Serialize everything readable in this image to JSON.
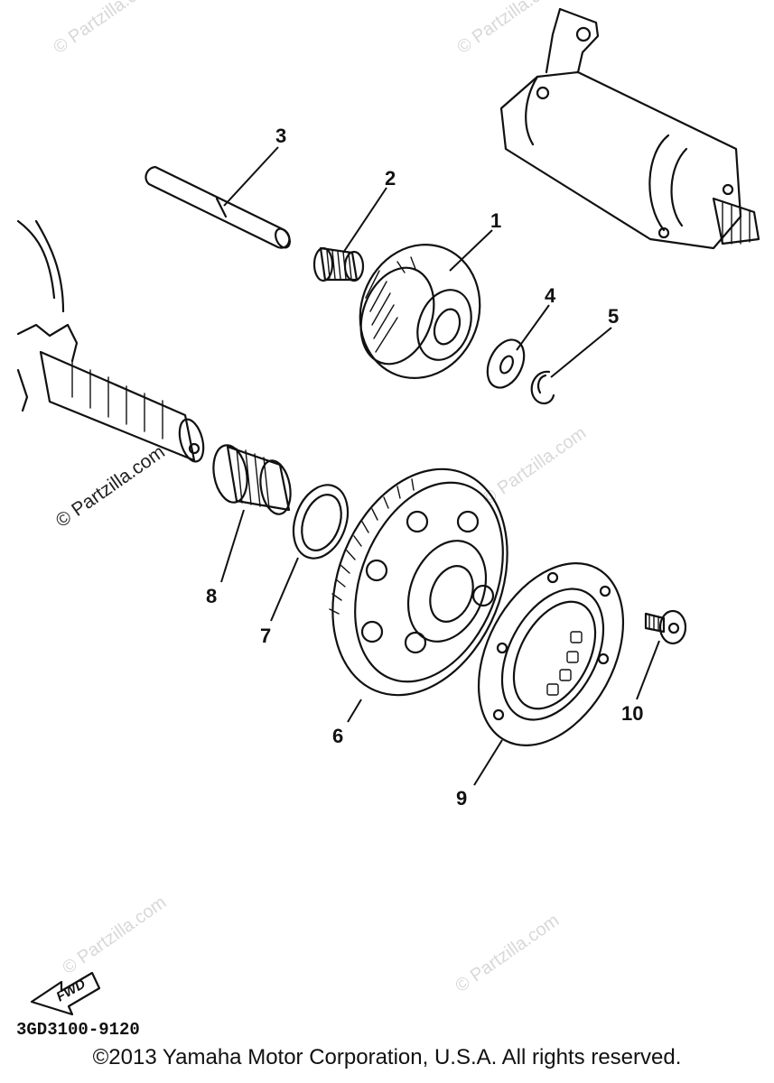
{
  "watermark": "© Partzilla.com",
  "callouts": {
    "p1": "1",
    "p2": "2",
    "p3": "3",
    "p4": "4",
    "p5": "5",
    "p6": "6",
    "p7": "7",
    "p8": "8",
    "p9": "9",
    "p10": "10"
  },
  "fwd_label": "FWD",
  "diagram_code": "3GD3100-9120",
  "copyright": "©2013  Yamaha Motor Corporation, U.S.A. All rights reserved."
}
